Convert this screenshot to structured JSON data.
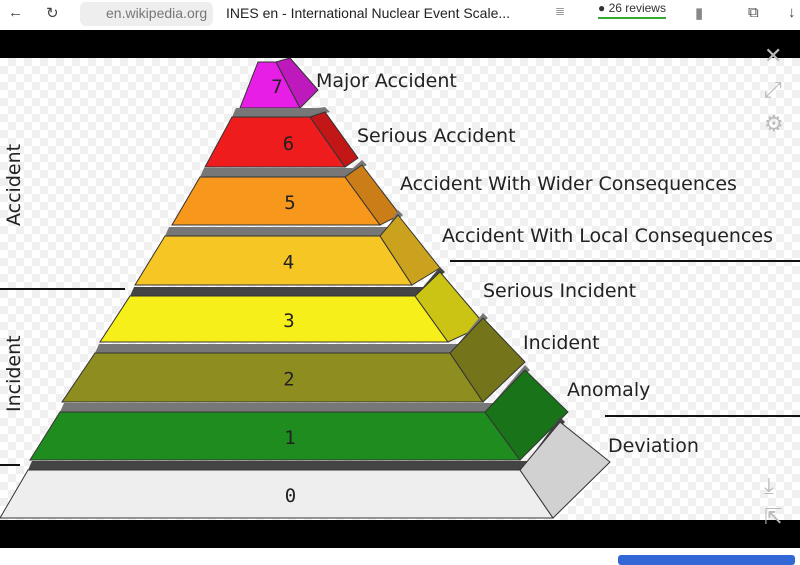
{
  "browser": {
    "url": "en.wikipedia.org",
    "tab_title": "INES en - International Nuclear Event Scale...",
    "reviews": "26 reviews"
  },
  "diagram": {
    "levels": [
      {
        "num": "7",
        "label": "Major Accident",
        "color": "#e61ee6"
      },
      {
        "num": "6",
        "label": "Serious Accident",
        "color": "#ee1c1c"
      },
      {
        "num": "5",
        "label": "Accident With Wider Consequences",
        "color": "#f7981d"
      },
      {
        "num": "4",
        "label": "Accident With Local Consequences",
        "color": "#f6c624"
      },
      {
        "num": "3",
        "label": "Serious Incident",
        "color": "#f7ef1a"
      },
      {
        "num": "2",
        "label": "Incident",
        "color": "#8e8e20"
      },
      {
        "num": "1",
        "label": "Anomaly",
        "color": "#1f8c1f"
      },
      {
        "num": "0",
        "label": "Deviation",
        "color": "#eeeeee"
      }
    ],
    "groups": {
      "accident": "Accident",
      "incident": "Incident"
    }
  }
}
